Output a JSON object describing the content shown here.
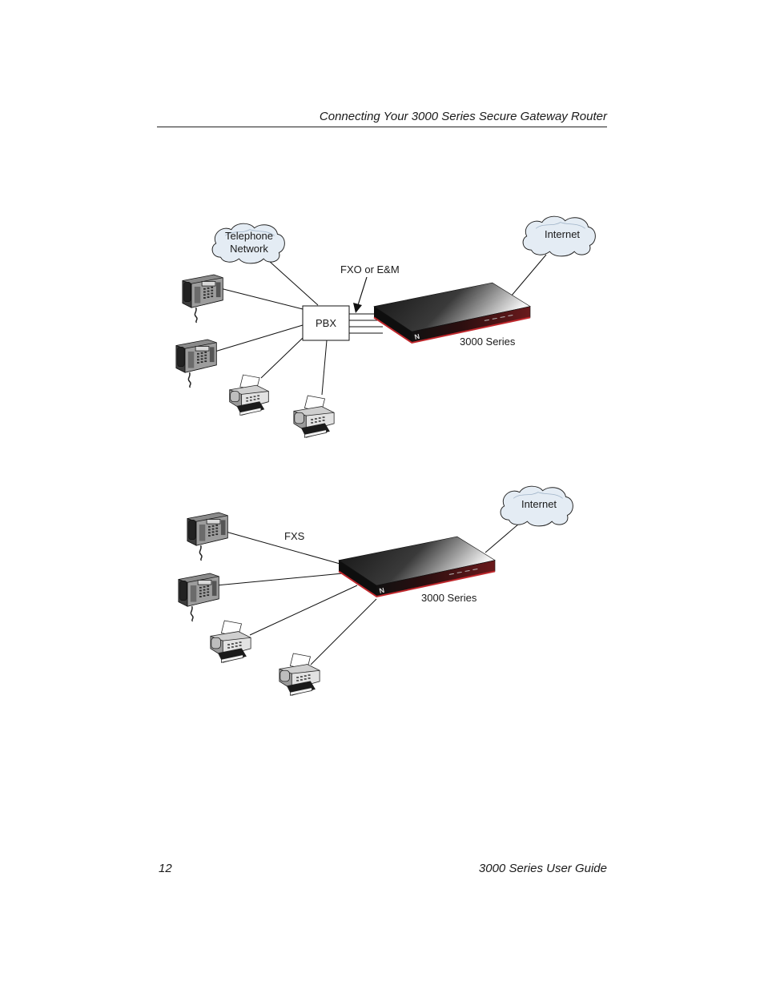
{
  "header": {
    "title": "Connecting Your 3000 Series Secure Gateway Router"
  },
  "footer": {
    "page_number": "12",
    "guide_title": "3000 Series User Guide"
  },
  "diagram_top": {
    "cloud_telephone_line1": "Telephone",
    "cloud_telephone_line2": "Network",
    "cloud_internet": "Internet",
    "pbx_label": "PBX",
    "interface_label": "FXO or E&M",
    "router_label": "3000 Series"
  },
  "diagram_bottom": {
    "cloud_internet": "Internet",
    "interface_label": "FXS",
    "router_label": "3000 Series"
  },
  "colors": {
    "router_accent": "#c0282d",
    "cloud_fill": "#e4ecf4"
  }
}
